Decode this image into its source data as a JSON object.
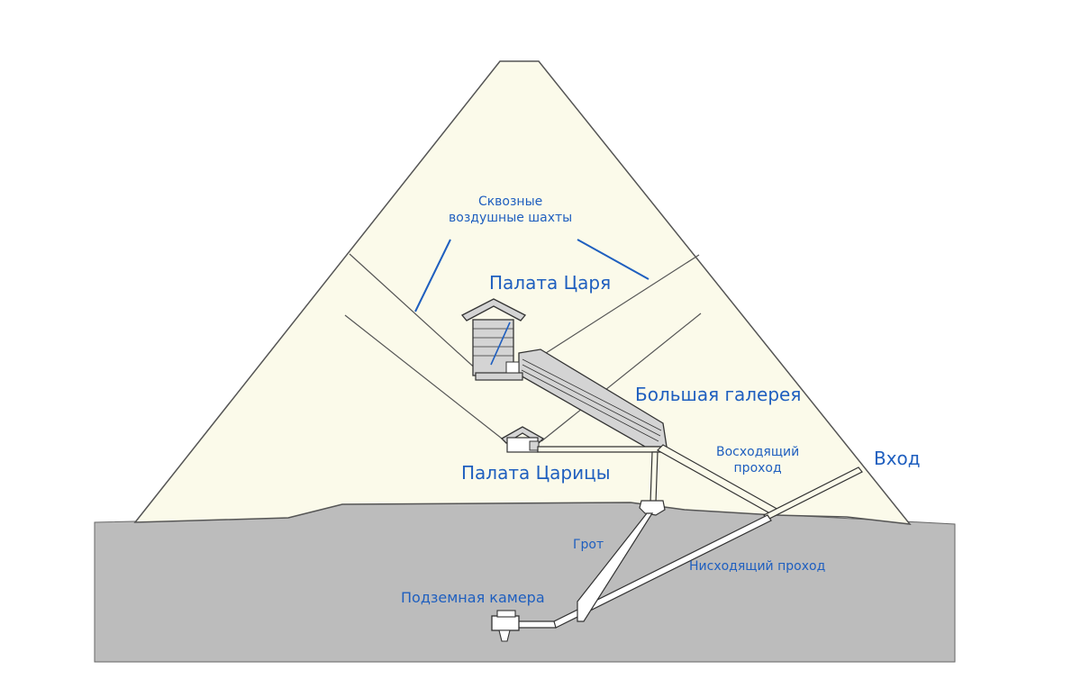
{
  "labels": {
    "air_shafts_line1": "Сквозные",
    "air_shafts_line2": "воздушные шахты",
    "kings_chamber": "Палата Царя",
    "grand_gallery": "Большая галерея",
    "ascending_line1": "Восходящий",
    "ascending_line2": "проход",
    "entrance": "Вход",
    "queens_chamber": "Палата Царицы",
    "grotto": "Грот",
    "descending_passage": "Нисходящий проход",
    "subterranean_chamber": "Подземная камера"
  },
  "colors": {
    "pyramid_fill": "#fbfaea",
    "ground_fill": "#bcbcbc",
    "outline": "#444444",
    "label_blue": "#1f5fbf",
    "chamber_fill": "#d4d4d4"
  }
}
